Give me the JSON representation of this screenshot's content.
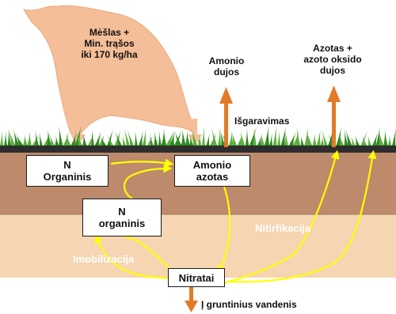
{
  "colors": {
    "sky": "#ffffff",
    "brown_soil": "#bd8a6c",
    "light_soil": "#f5d5b2",
    "pile": "#f4be98",
    "arrow_yellow": "#ffff00",
    "arrow_orange": "#e27a28",
    "grass": "#2f8a1e",
    "surface_strip": "#2d2d2d"
  },
  "labels": {
    "manure_line1": "Mėšlas +",
    "manure_line2": "Min. trąšos",
    "manure_line3": "iki 170 kg/ha",
    "ammonia_gas_line1": "Amonio",
    "ammonia_gas_line2": "dujos",
    "nitrogen_oxides_line1": "Azotas +",
    "nitrogen_oxides_line2": "azoto oksido",
    "nitrogen_oxides_line3": "dujos",
    "evaporation": "Išgaravimas",
    "nitrification": "Nitirfikacija",
    "immobilization": "Imobilizacija",
    "groundwater": "Į gruntinius vandenis"
  },
  "boxes": {
    "organic_n_top_line1": "N",
    "organic_n_top_line2": "Organinis",
    "ammonium_line1": "Amonio",
    "ammonium_line2": "azotas",
    "organic_n_bottom_line1": "N",
    "organic_n_bottom_line2": "organinis",
    "nitrates": "Nitratai"
  },
  "icons": {
    "grass": "grass-blades",
    "manure": "manure-pile-shape",
    "upward_arrow": "orange-up-arrow",
    "downward_arrow": "orange-down-arrow",
    "flow_arrow": "yellow-curved-arrow"
  }
}
